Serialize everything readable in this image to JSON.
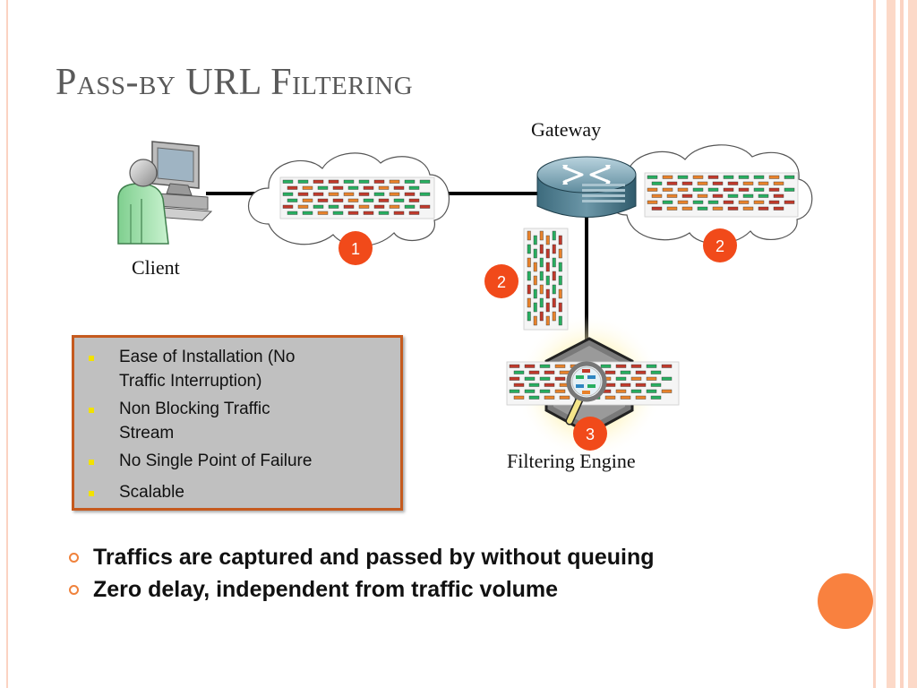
{
  "slide": {
    "title": "Pass-by URL Filtering"
  },
  "diagram": {
    "labels": {
      "client": "Client",
      "gateway": "Gateway",
      "filtering_engine": "Filtering Engine"
    },
    "badges": [
      "1",
      "2",
      "2",
      "3"
    ]
  },
  "features": {
    "items": [
      {
        "line1": "Ease of Installation (No",
        "line2": "Traffic Interruption)"
      },
      {
        "line1": "Non Blocking Traffic",
        "line2": "Stream"
      },
      {
        "line1": "No Single Point of Failure",
        "line2": ""
      },
      {
        "line1": "Scalable",
        "line2": ""
      }
    ]
  },
  "bullets": [
    "Traffics are captured and passed by without queuing",
    "Zero delay, independent from traffic volume"
  ],
  "colors": {
    "accent": "#f9813f",
    "badge": "#f14a1a",
    "border_light": "#fbd9c9",
    "box_border": "#c55a1e",
    "packet_red": "#c0392b",
    "packet_green": "#27ae60",
    "packet_orange": "#e8822b"
  }
}
